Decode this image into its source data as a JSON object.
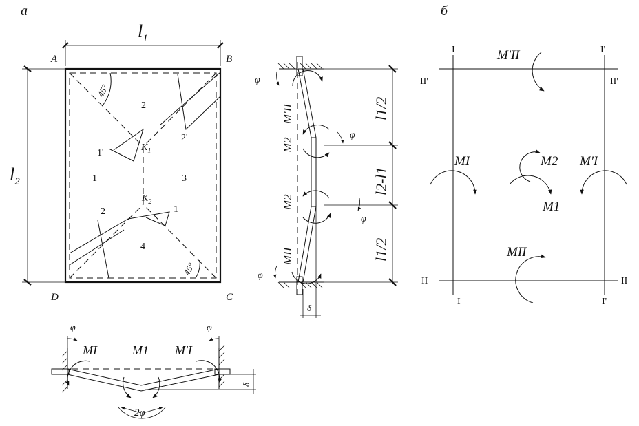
{
  "panel_labels": {
    "a": "а",
    "b": "б"
  },
  "plate_a": {
    "dim_top": "l1",
    "dim_top_sub": "1",
    "dim_left": "l2",
    "dim_left_sub": "2",
    "corners": {
      "A": "A",
      "B": "B",
      "C": "C",
      "D": "D"
    },
    "zones": {
      "z1": "1",
      "z2": "2",
      "z3": "3",
      "z4": "4",
      "z1p": "1'",
      "z2p": "2'",
      "z1b": "1",
      "z2b": "2"
    },
    "k1": "K",
    "k1_sub": "1",
    "k2": "K",
    "k2_sub": "2",
    "angle_top": "45°",
    "angle_bottom": "45°"
  },
  "section_vertical": {
    "dim_top": "l1/2",
    "dim_mid": "l2-l1",
    "dim_bottom": "l1/2",
    "moment_top": "M'II",
    "moment_m2_a": "M2",
    "moment_m2_b": "M2",
    "moment_bottom": "MII",
    "phi_1": "φ",
    "phi_2": "φ",
    "phi_3": "φ",
    "phi_4": "φ",
    "delta": "δ"
  },
  "section_horizontal": {
    "moment_left": "MI",
    "moment_mid": "M1",
    "moment_right": "M'I",
    "phi_left": "φ",
    "phi_right": "φ",
    "two_phi": "2φ",
    "delta": "δ"
  },
  "plate_b": {
    "top_moment": "M'II",
    "bottom_moment": "MII",
    "left_moment": "MI",
    "right_moment": "M'I",
    "center_m2": "M2",
    "center_m1": "M1",
    "lbl_I_top": "I",
    "lbl_Ip_top": "I'",
    "lbl_IIp_left": "II'",
    "lbl_IIp_right": "II'",
    "lbl_II_left": "II",
    "lbl_II_right": "II",
    "lbl_I_bottom": "I",
    "lbl_Ip_bottom": "I'"
  }
}
